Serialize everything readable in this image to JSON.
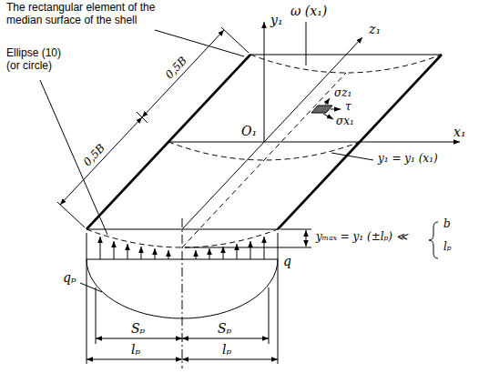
{
  "diagram": {
    "labels": [
      "The rectangular element of the median surface of the shell",
      "y₁",
      "ω (x₁)",
      "Ellipse (10) (or circle)",
      "0,5B",
      "0,5B",
      "z₁",
      "σz₁",
      "τ",
      "σx₁",
      "O₁",
      "x₁",
      "y₁ = y₁ (x₁)",
      "yₘₐₓ = y₁ (±lₚ) ≪",
      "b",
      "lₚ",
      "q",
      "qₚ",
      "Sₚ",
      "Sₚ",
      "lₚ",
      "lₚ"
    ]
  }
}
